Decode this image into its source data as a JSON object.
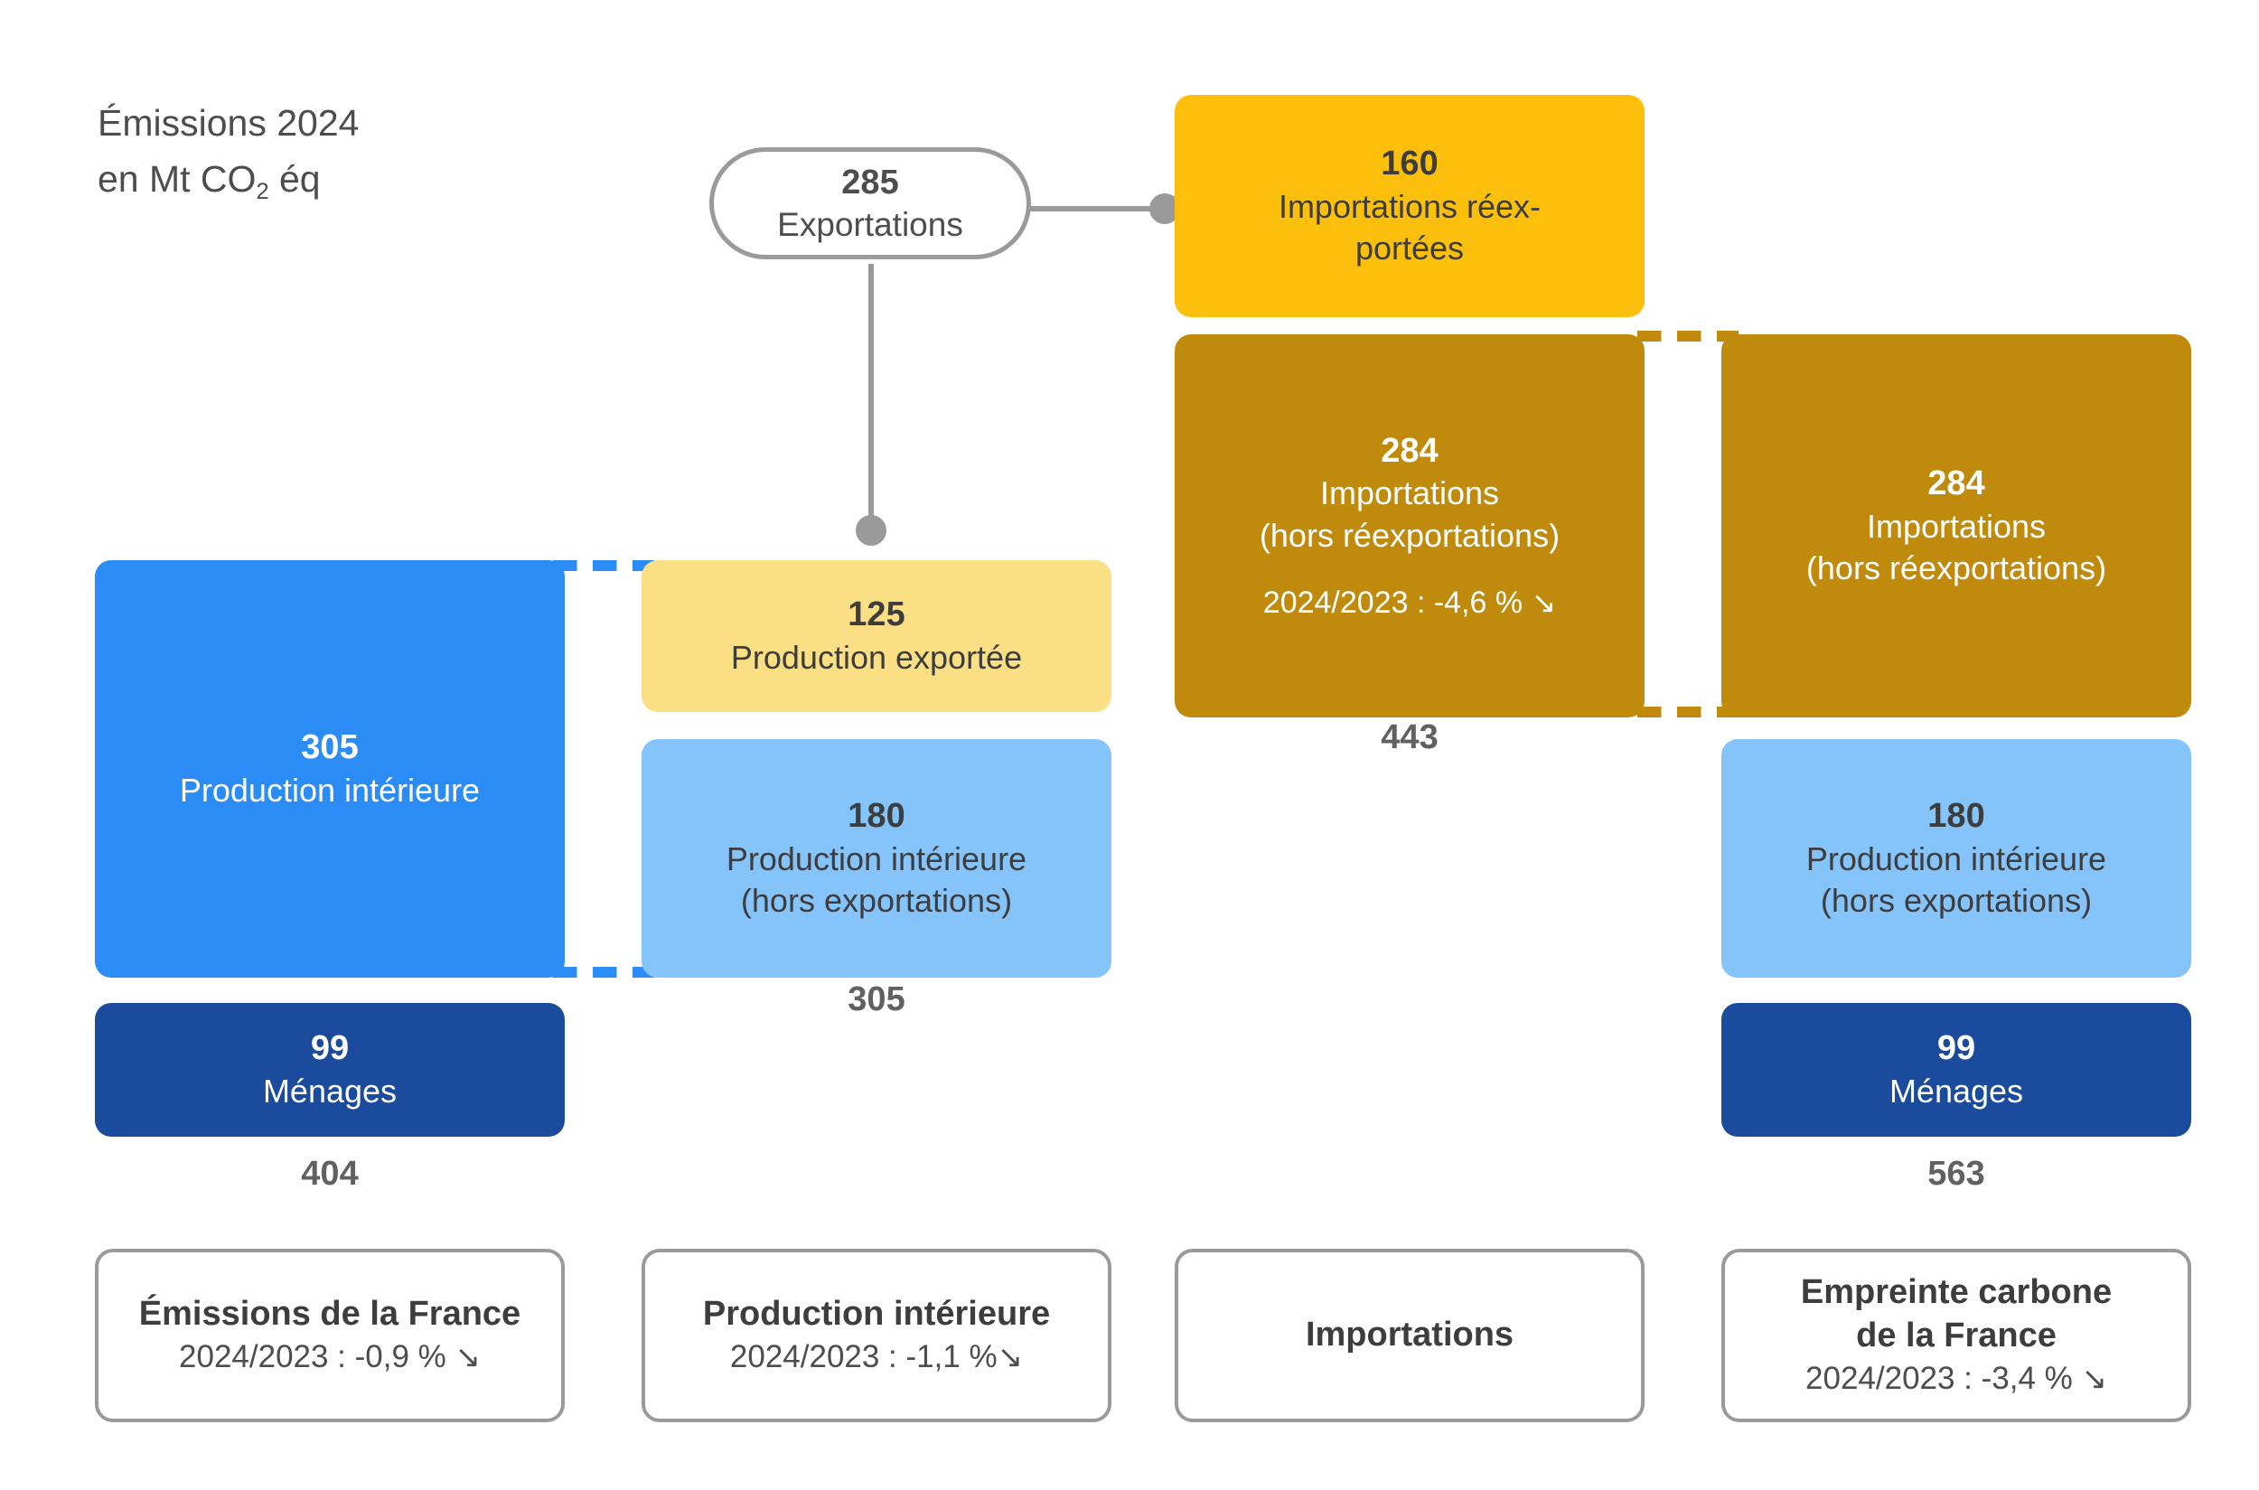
{
  "title": {
    "line1": "Émissions 2024",
    "line2_prefix": "en  Mt CO",
    "line2_sub": "2",
    "line2_suffix": " éq"
  },
  "chart_data": {
    "type": "bar",
    "title": "Émissions 2024 en Mt CO2 éq",
    "unit": "Mt CO2 éq",
    "year": "2024",
    "comparison_year": "2023",
    "categories": [
      "Émissions de la France",
      "Production intérieure",
      "Importations",
      "Empreinte carbone de la France"
    ],
    "column_totals": [
      404,
      305,
      443,
      563
    ],
    "segments": [
      {
        "column": "Émissions de la France",
        "items": [
          {
            "value": 305,
            "label": "Production intérieure",
            "color": "#2b8cf5"
          },
          {
            "value": 99,
            "label": "Ménages",
            "color": "#1a4b9c"
          }
        ],
        "total": 404,
        "change": "2024/2023 : -0,9 %"
      },
      {
        "column": "Production intérieure",
        "items": [
          {
            "value": 125,
            "label": "Production exportée",
            "color": "#fbdf85"
          },
          {
            "value": 180,
            "label": "Production intérieure (hors exportations)",
            "color": "#85c3fb"
          }
        ],
        "total": 305,
        "change": "2024/2023 : -1,1 %"
      },
      {
        "column": "Importations",
        "items": [
          {
            "value": 160,
            "label": "Importations réexportées",
            "color": "#fbbf0c"
          },
          {
            "value": 284,
            "label": "Importations (hors réexportations)",
            "color": "#c08a0c",
            "change": "2024/2023 : -4,6 %"
          }
        ],
        "total": 443,
        "change": null
      },
      {
        "column": "Empreinte carbone de la France",
        "items": [
          {
            "value": 284,
            "label": "Importations (hors réexportations)",
            "color": "#c08a0c"
          },
          {
            "value": 180,
            "label": "Production intérieure (hors exportations)",
            "color": "#85c3fb"
          },
          {
            "value": 99,
            "label": "Ménages",
            "color": "#1a4b9c"
          }
        ],
        "total": 563,
        "change": "2024/2023 : -3,4 %"
      }
    ],
    "callout": {
      "value": 285,
      "label": "Exportations"
    }
  },
  "blocks": {
    "production_interieure": {
      "value": "305",
      "label": "Production intérieure"
    },
    "menages_left": {
      "value": "99",
      "label": "Ménages"
    },
    "production_exportee": {
      "value": "125",
      "label": "Production exportée"
    },
    "production_hors_exp_mid": {
      "value": "180",
      "label_l1": "Production intérieure",
      "label_l2": "(hors exportations)"
    },
    "importations_reexportees": {
      "value": "160",
      "label_l1": "Importations réex-",
      "label_l2": "portées"
    },
    "importations_hors_reexp_mid": {
      "value": "284",
      "label_l1": "Importations",
      "label_l2": "(hors réexportations)",
      "change": "2024/2023 : -4,6 %",
      "arrow": "↘"
    },
    "importations_hors_reexp_right": {
      "value": "284",
      "label_l1": "Importations",
      "label_l2": "(hors réexportations)"
    },
    "production_hors_exp_right": {
      "value": "180",
      "label_l1": "Production intérieure",
      "label_l2": "(hors exportations)"
    },
    "menages_right": {
      "value": "99",
      "label": "Ménages"
    }
  },
  "callout": {
    "value": "285",
    "label": "Exportations"
  },
  "totals": {
    "col1": "404",
    "col2": "305",
    "col3": "443",
    "col4": "563"
  },
  "cards": {
    "emissions_france": {
      "title": "Émissions de la France",
      "change": "2024/2023 : -0,9 %",
      "arrow": "↘"
    },
    "production_interieure": {
      "title": "Production intérieure",
      "change": "2024/2023 : -1,1 %",
      "arrow": "↘"
    },
    "importations": {
      "title": "Importations"
    },
    "empreinte_carbone": {
      "title_l1": "Empreinte carbone",
      "title_l2": "de la France",
      "change": "2024/2023 : -3,4 %",
      "arrow": "↘"
    }
  },
  "colors": {
    "bright_blue": "#2b8cf5",
    "navy": "#1a4b9c",
    "light_blue": "#85c3fb",
    "pale_yellow": "#fbdf85",
    "amber": "#fbbf0c",
    "dark_gold": "#c08a0c",
    "gray_line": "#9a9a9a",
    "text_dark": "#3d3d3d",
    "text_gray": "#616161"
  }
}
